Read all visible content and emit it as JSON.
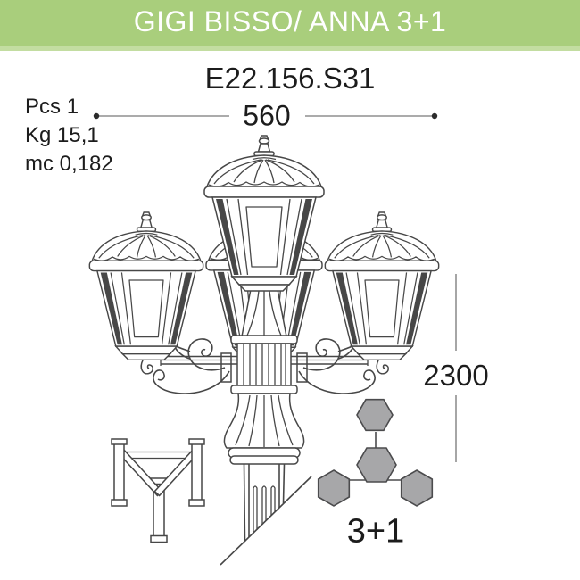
{
  "header": {
    "title": "GIGI BISSO/ ANNA 3+1"
  },
  "product": {
    "code": "E22.156.S31"
  },
  "specs": {
    "items": [
      {
        "label": "Pcs",
        "value": "1"
      },
      {
        "label": "Kg",
        "value": "15,1"
      },
      {
        "label": "mc",
        "value": "0,182"
      }
    ]
  },
  "dimensions": {
    "width_mm": "560",
    "height_mm": "2300"
  },
  "configuration": {
    "label": "3+1"
  },
  "drawing_parts": {
    "lamp_post": "four-lantern garden lamp post, front view",
    "bracket": "ground anchor bracket",
    "plan": "hexagon plan view of lantern layout"
  },
  "colors": {
    "banner_green": "#a9ce7c",
    "banner_green_light": "#c3dda1",
    "title_text": "#ffffff",
    "body_text": "#1c1c1c",
    "line_art": "#474747",
    "dimension_line": "#8f8f8f",
    "hexagon_fill": "#a7a7a9",
    "hexagon_stroke": "#4b4b4d"
  }
}
